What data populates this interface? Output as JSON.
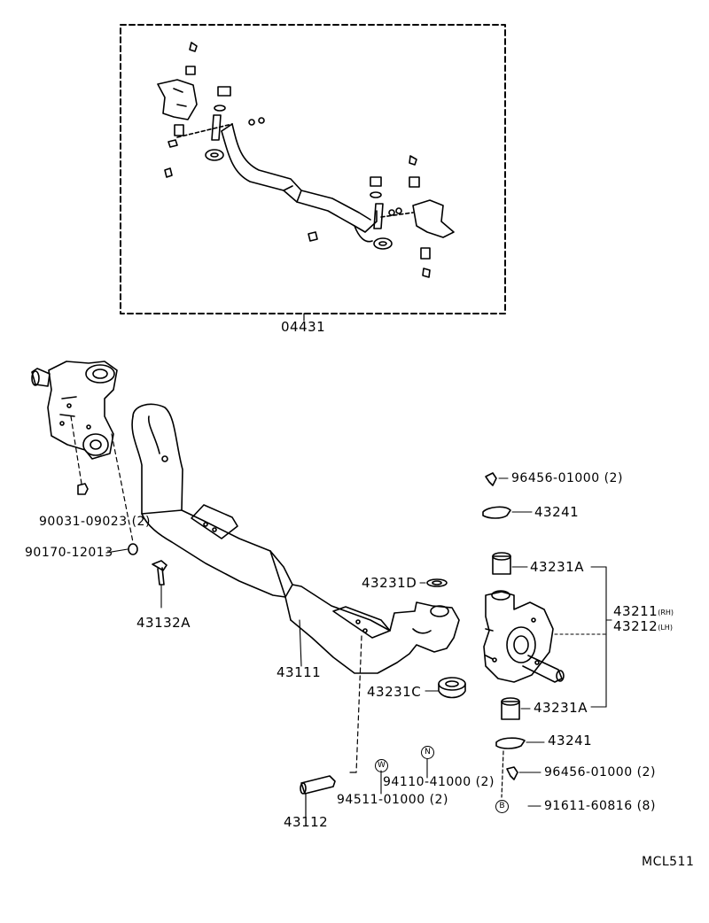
{
  "kit_label": "04431",
  "parts": {
    "p96456_top": "96456-01000 (2)",
    "p43241_top": "43241",
    "p43231A_top": "43231A",
    "p43211": "43211",
    "p43211_suffix": "(RH)",
    "p43212": "43212",
    "p43212_suffix": "(LH)",
    "p43231D": "43231D",
    "p43231C": "43231C",
    "p43231A_bot": "43231A",
    "p43241_bot": "43241",
    "p96456_bot": "96456-01000 (2)",
    "p91611": "91611-60816 (8)",
    "p94110": "94110-41000 (2)",
    "p94511": "94511-01000 (2)",
    "p43112": "43112",
    "p43111": "43111",
    "p43132A": "43132A",
    "p90031": "90031-09023 (2)",
    "p90170": "90170-12013"
  },
  "symbols": {
    "n": "N",
    "w": "W",
    "b": "B"
  },
  "diagram_code": "MCL511"
}
